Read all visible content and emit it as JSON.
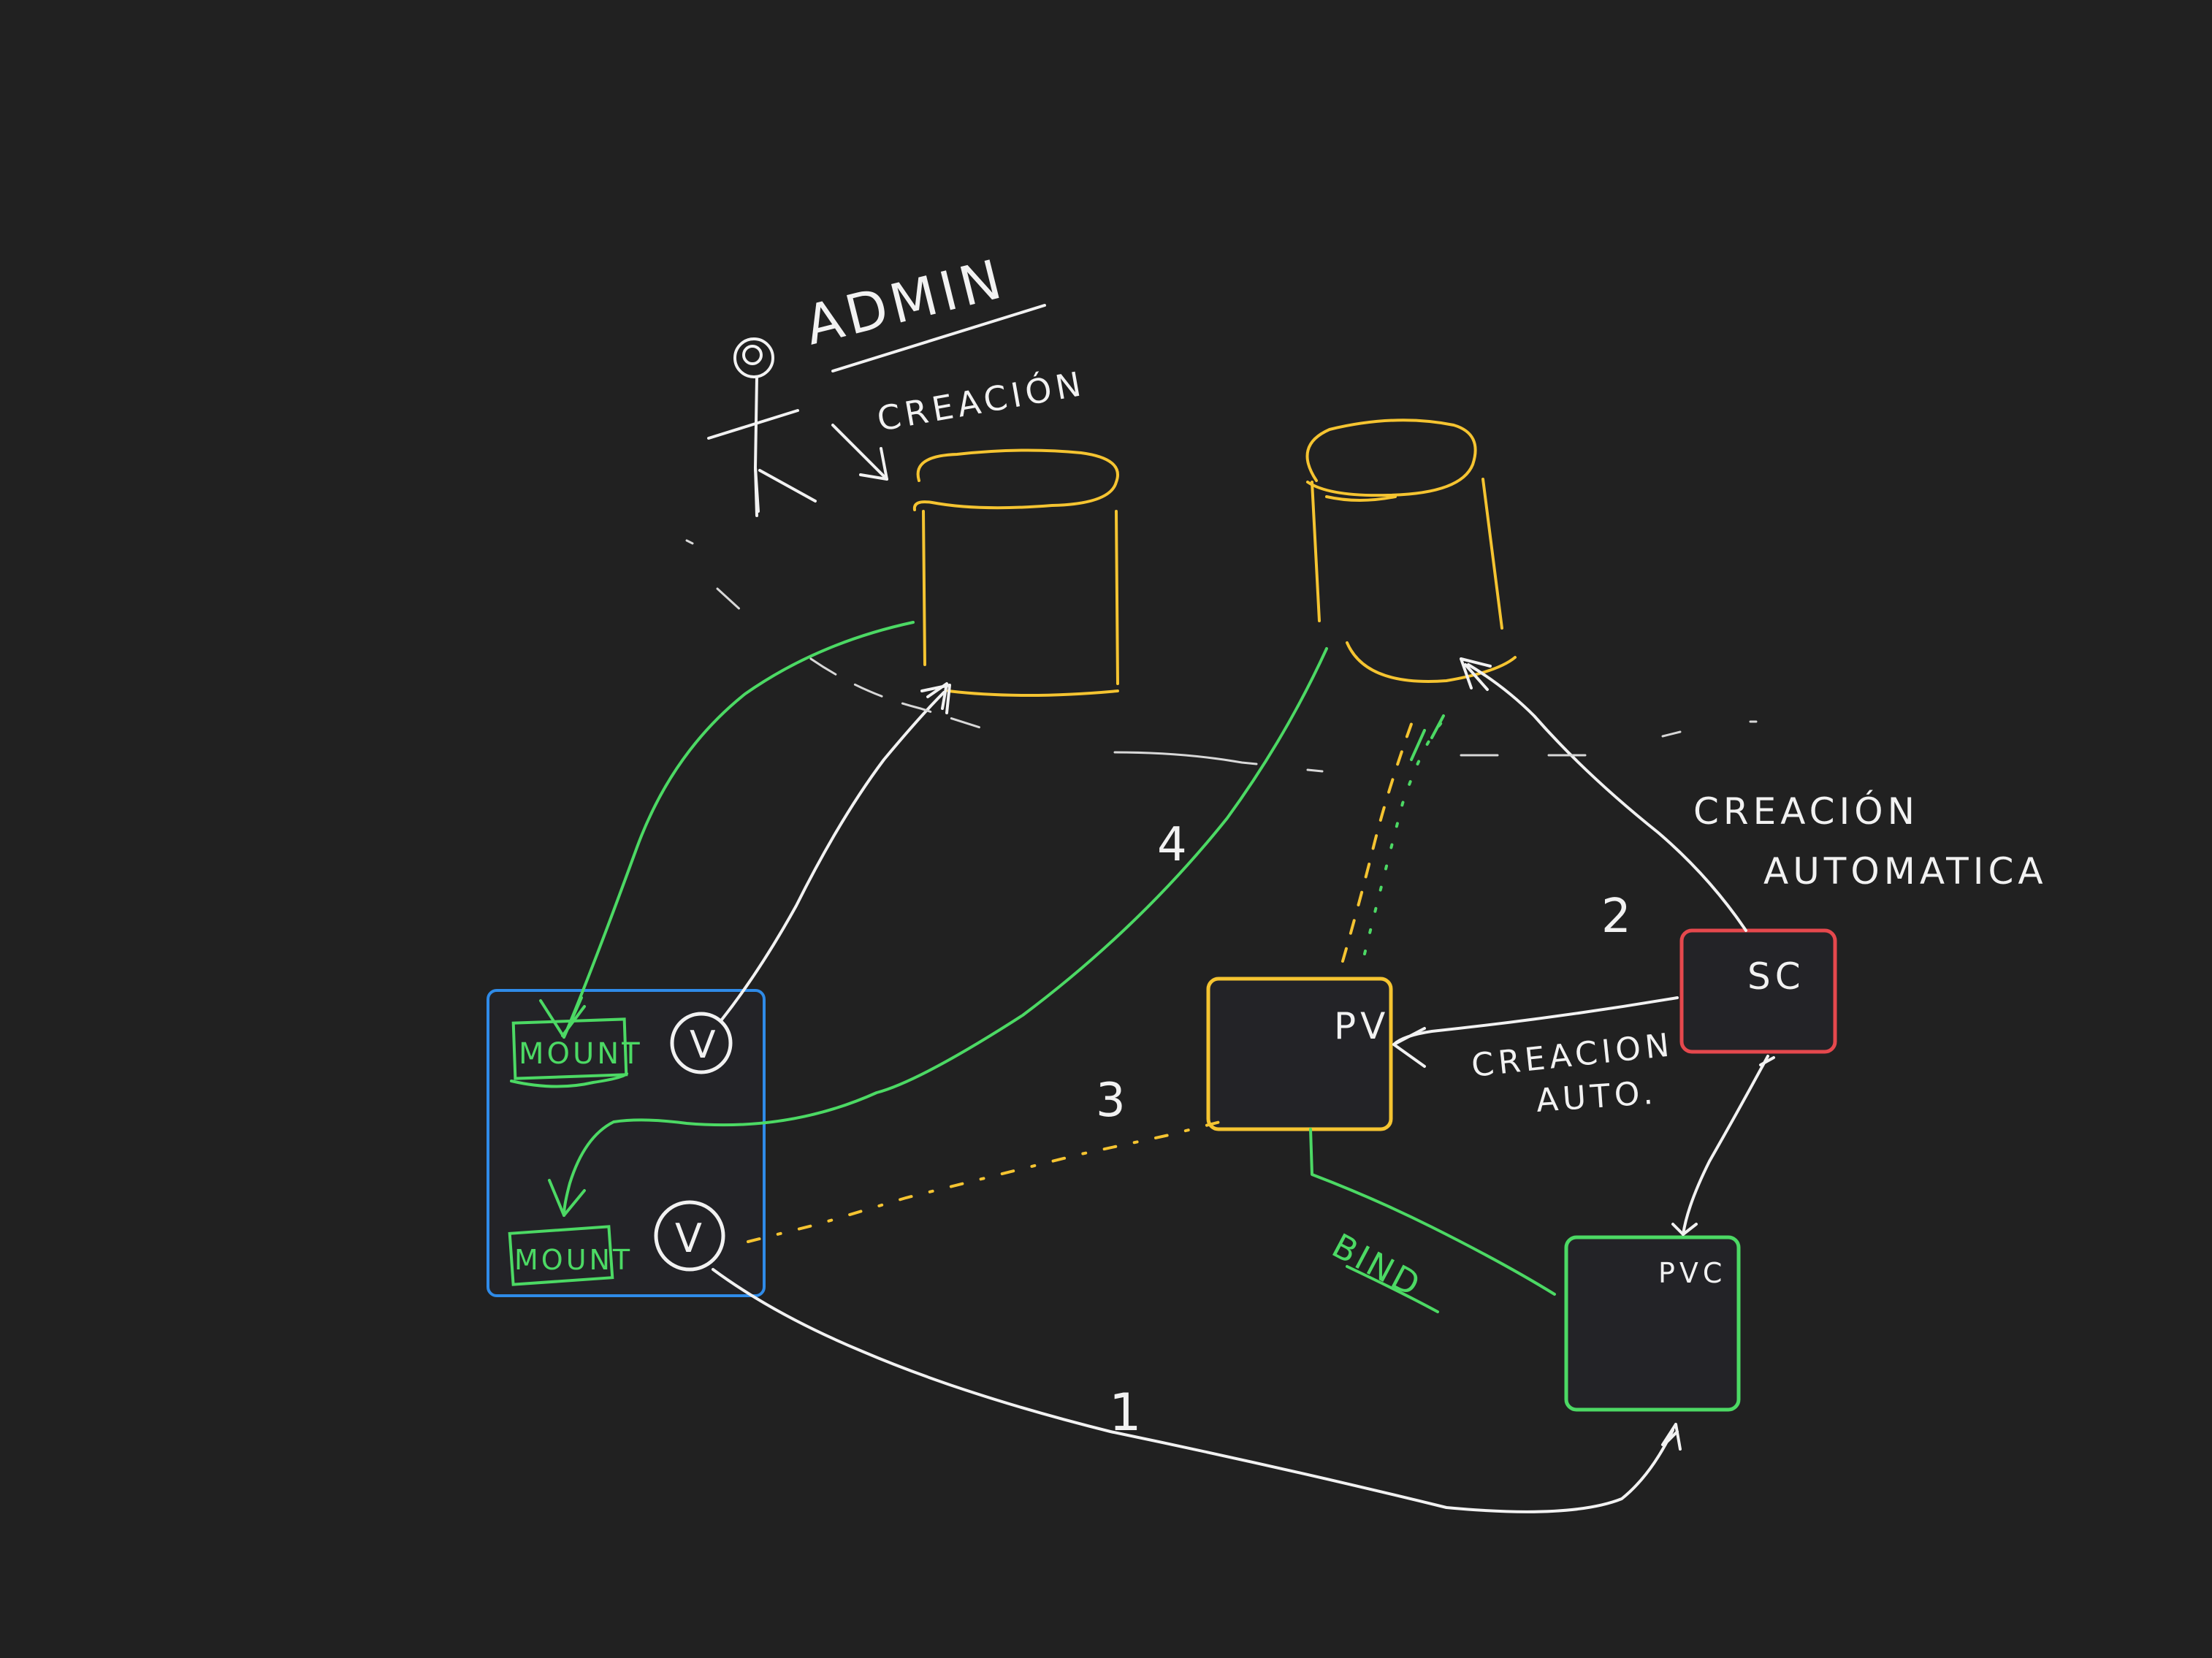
{
  "colors": {
    "background": "#212121",
    "box_fill": "#232327",
    "white": "#f2f2f2",
    "green": "#4cd964",
    "yellow": "#f5c431",
    "blue": "#2f8be8",
    "red": "#e5484d"
  },
  "labels": {
    "admin": "ADMIN",
    "creacion_admin": "CREACIÓN",
    "creacion_automatica_line1": "CREACIÓN",
    "creacion_automatica_line2": "AUTOMATICA",
    "creacion_auto_line1": "CREACION",
    "creacion_auto_line2": "AUTO.",
    "bind": "BIND"
  },
  "nodes": {
    "pod_box": {
      "mount_top": "MOUNT",
      "volume_top": "V",
      "mount_bottom": "MOUNT",
      "volume_bottom": "V"
    },
    "pv": "PV",
    "sc": "SC",
    "pvc": "PVC"
  },
  "steps": {
    "step1": "1",
    "step2": "2",
    "step3": "3",
    "step4": "4"
  },
  "icons": {
    "admin_figure": "stick-figure-icon",
    "storage_left": "cylinder-storage-icon",
    "storage_right": "cylinder-storage-icon"
  }
}
